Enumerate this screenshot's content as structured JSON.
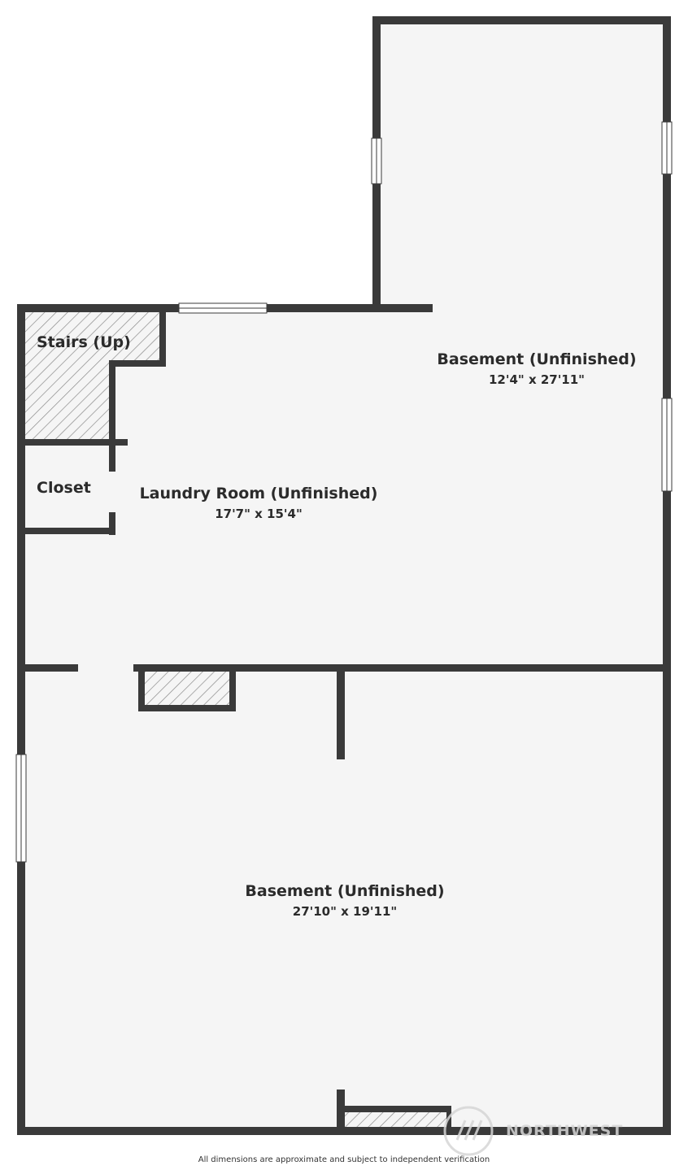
{
  "rooms": {
    "stairs": {
      "label": "Stairs (Up)"
    },
    "closet": {
      "label": "Closet"
    },
    "laundry": {
      "label": "Laundry Room (Unfinished)",
      "dimensions": "17'7\" x 15'4\""
    },
    "basement_upper": {
      "label": "Basement (Unfinished)",
      "dimensions": "12'4\" x 27'11\""
    },
    "basement_lower": {
      "label": "Basement (Unfinished)",
      "dimensions": "27'10\" x 19'11\""
    }
  },
  "watermark": {
    "text": "NORTHWEST"
  },
  "footer": {
    "note": "All dimensions are approximate and subject to independent verification"
  },
  "colors": {
    "wall": "#3a3a3a",
    "floor": "#f5f5f5",
    "text": "#2b2b2b"
  }
}
